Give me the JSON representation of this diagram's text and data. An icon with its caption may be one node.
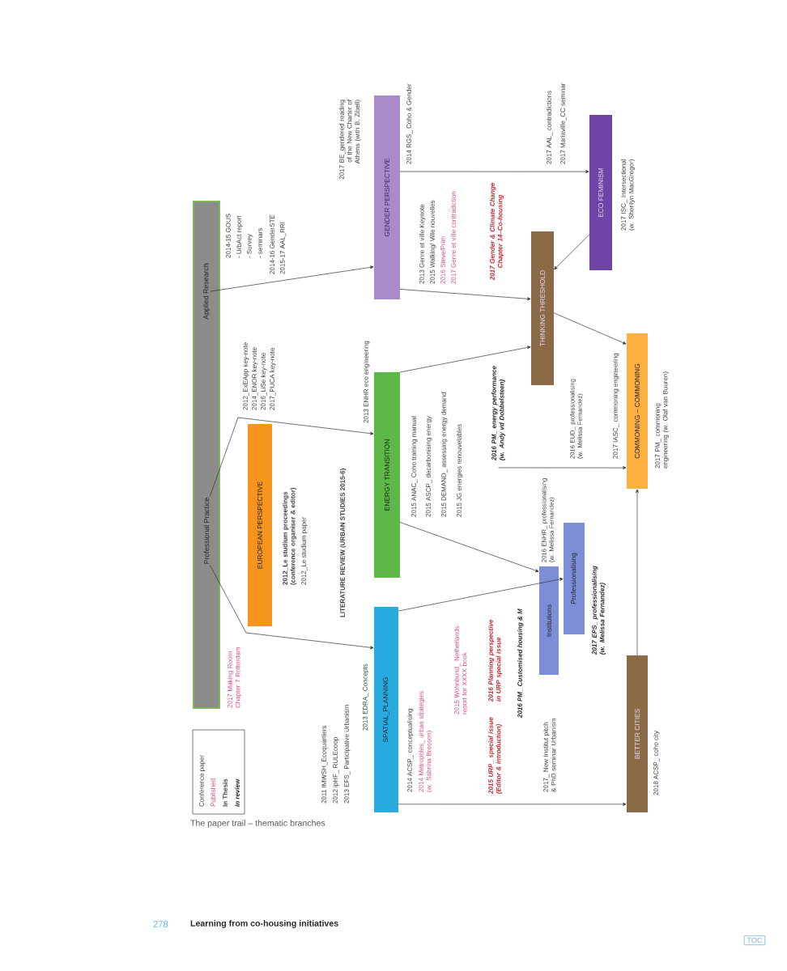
{
  "diagram": {
    "caption": "The paper trail – thematic branches",
    "nodes": [
      {
        "text": [],
        "shape": "bar"
      },
      {
        "text": [
          "Applied Research"
        ],
        "in": 0
      },
      {
        "text": [
          "Professional Practice"
        ],
        "in": 0
      },
      {
        "text": [
          "EUROPEAN PERSPECTIVE"
        ]
      },
      {
        "text": [
          "GENDER PERSPECTIVE"
        ]
      },
      {
        "text": [
          "ENERGY TRANSITION"
        ]
      },
      {
        "text": [
          "SPATIAL_PLANNING"
        ]
      },
      {
        "text": [
          "THINKING THRESHOLD"
        ]
      },
      {
        "text": [
          "ECO FEMINISM"
        ]
      },
      {
        "text": [
          "2016 PM_ energy performance (w. Andy vd Dobbelsteen)"
        ]
      },
      {
        "text": [
          "Institutions"
        ]
      },
      {
        "text": [
          "Professionalising"
        ]
      },
      {
        "text": [
          "COMMONING – COMMONING"
        ]
      },
      {
        "text": [
          "BETTER CITIES"
        ]
      }
    ],
    "edges": [
      {
        "from": 1,
        "to": 4,
        "arrow": "to"
      },
      {
        "from": 2,
        "to": 5,
        "arrow": "to"
      },
      {
        "from": 2,
        "to": 6,
        "arrow": "to"
      },
      {
        "from": 4,
        "to": 7,
        "arrow": "to"
      },
      {
        "from": 4,
        "to": 8,
        "arrow": "to"
      },
      {
        "from": 8,
        "to": 7,
        "arrow": "to"
      },
      {
        "from": 5,
        "to": 7,
        "arrow": "to"
      },
      {
        "from": 5,
        "to": 10,
        "arrow": "to"
      },
      {
        "from": 6,
        "to": 11,
        "arrow": "to"
      },
      {
        "from": 7,
        "to": 12,
        "arrow": "to"
      },
      {
        "from": 9,
        "to": 12,
        "arrow": "to"
      },
      {
        "from": 13,
        "to": 12,
        "arrow": "to"
      },
      {
        "from": 6,
        "to": 13,
        "arrow": "to"
      }
    ],
    "labels": [
      "2014-15 GOUS",
      "- UrbAct report",
      "- Survey",
      "- seminars",
      "2014-16 GenderSTE",
      "2015-17 AAL_RRI",
      "2017 Making Room Chapter 7 Rotterdam",
      "2012_ExEApp key-note",
      "2014_ENOR key-note",
      "2016_LiSe key-note",
      "2017_PUCA key-note",
      "2012_Le studium proceedings (conference organiser & editor)",
      "2012_Le studium paper",
      "2011 IMWSH_Ecoquartiers",
      "2012 ipHF_ RULEcoop",
      "2013 EFS_ Participative Urbanism",
      "2017 BE_gendered reading of the New Charter of Athens (with B. Zibell)",
      "LITERATURE REVIEW (URBAN STUDIES 2015-6)",
      "2013 ENHR eco engineering",
      "2013 EDRA_ Concepts",
      "2014 RGS_ Coho & Gender",
      "2013 Genre et ville Keynote",
      "2015 Walking/ Ville nouvelles",
      "2016 Steve/Prim",
      "2017 Genre et ville contradiction",
      "2015 ANAC_ Coho training manual",
      "2015 ASCP_ decarbonising energy",
      "2015 DEMAND_ assessing energy demand",
      "2015 JG energies renouvelables",
      "2014 ACSP_ conceptualising",
      "2014 Metropoles_ urban strategies (w. Sabrina Bresson)",
      "2015 Wohnbund_ Netherlands report for XXXX book",
      "2017 Gender & Climate Change Chapter 14–Co-housing",
      "2016 Planning perspective in URP special issue",
      "2015 URP_ special issue (Editor & introduction)",
      "2016 PM_ Customised housing & M",
      "2017 AAL_ contradictions",
      "2017 Mariaville_CC seminar",
      "2016 ENHR_ professionalising (w. Melissa Fernandez)",
      "2017_ New Institut pitch & PhD seminar Urbanism",
      "2016 EUD_ professionalising (w. Melissa Fernandez)",
      "2017 EPS_ professionalising (w. Melissa Fernandez)",
      "2017 ISC_ Intersectional (w. Sherilyn MacGregor)",
      "2017 IASC_ commoning engineering",
      "2017 PM_ commoning engineering (w. Olaf van Buuren)",
      "2018 ACSP_ coho city",
      "278",
      "Learning from co-housing initiatives",
      "TOC"
    ],
    "legend": [
      {
        "text": "Conference paper"
      },
      {
        "text": "Published"
      },
      {
        "text": "In Thesis"
      },
      {
        "text": "In review"
      }
    ]
  }
}
